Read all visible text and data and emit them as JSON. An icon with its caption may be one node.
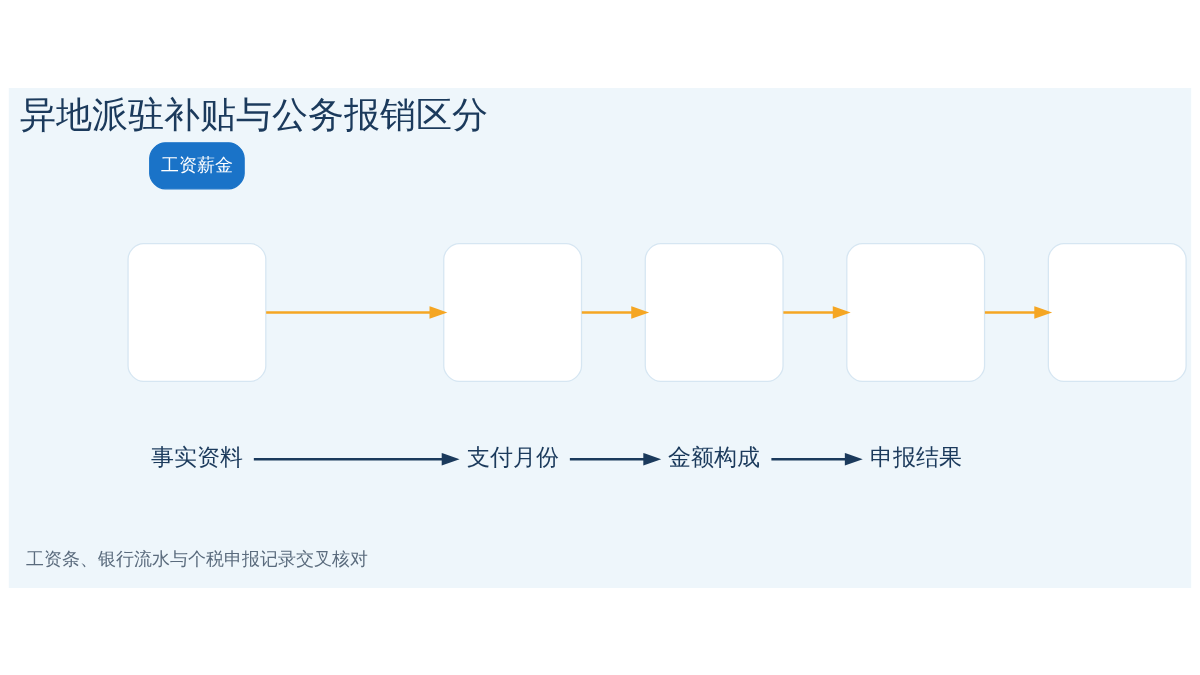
{
  "diagram": {
    "title": "异地派驻补贴与公务报销区分",
    "caption": "工资条、银行流水与个税申报记录交叉核对",
    "nodes": [
      {
        "text": [],
        "shape": "box"
      },
      {
        "text": [],
        "shape": "box"
      },
      {
        "text": [],
        "shape": "box"
      },
      {
        "text": [],
        "shape": "box"
      },
      {
        "text": [],
        "shape": "box"
      },
      {
        "text": [
          "事实资料"
        ]
      },
      {
        "text": [
          "支付月份"
        ]
      },
      {
        "text": [
          "金额构成"
        ]
      },
      {
        "text": [
          "申报结果"
        ]
      }
    ],
    "edges": [
      {
        "from": 0,
        "to": 1,
        "arrow": "to",
        "color": "#f5a623"
      },
      {
        "from": 1,
        "to": 2,
        "arrow": "to",
        "color": "#f5a623"
      },
      {
        "from": 2,
        "to": 3,
        "arrow": "to",
        "color": "#f5a623"
      },
      {
        "from": 3,
        "to": 4,
        "arrow": "to",
        "color": "#f5a623"
      },
      {
        "from": 5,
        "to": 6,
        "arrow": "to",
        "color": "#1b3a5c"
      },
      {
        "from": 6,
        "to": 7,
        "arrow": "to",
        "color": "#1b3a5c"
      },
      {
        "from": 7,
        "to": 8,
        "arrow": "to",
        "color": "#1b3a5c"
      }
    ],
    "labels": [
      "工资薪金"
    ]
  }
}
